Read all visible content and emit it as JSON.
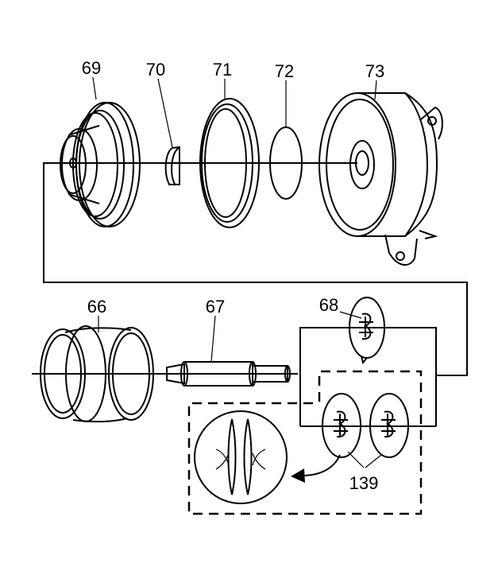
{
  "labels": {
    "part_69": "69",
    "part_70": "70",
    "part_71": "71",
    "part_72": "72",
    "part_73": "73",
    "part_66": "66",
    "part_67": "67",
    "part_68": "68",
    "part_139": "139"
  }
}
